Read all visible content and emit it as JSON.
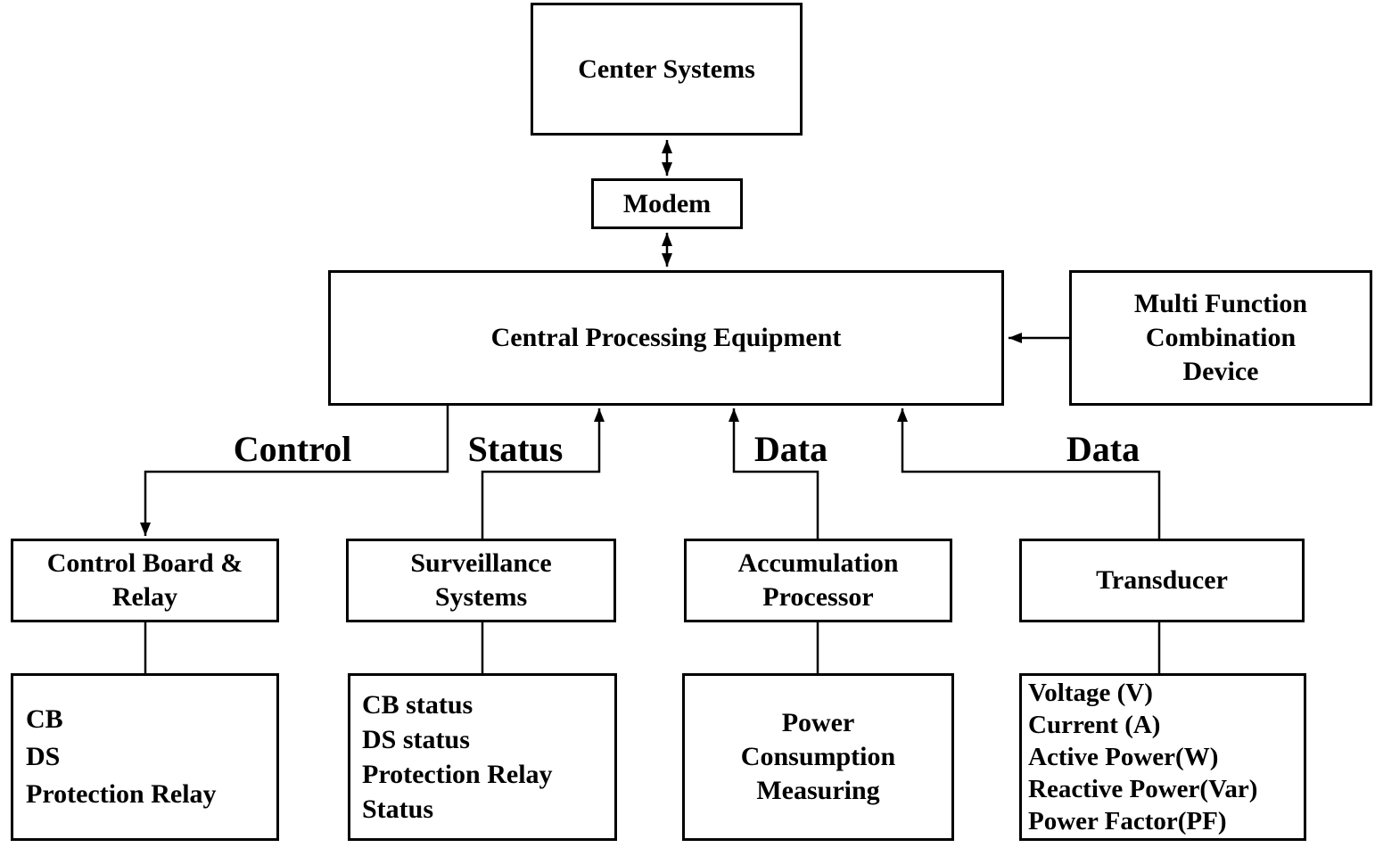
{
  "nodes": {
    "center_systems": {
      "label": "Center Systems"
    },
    "modem": {
      "label": "Modem"
    },
    "central_processing": {
      "label": "Central Processing Equipment"
    },
    "multi_function": {
      "lines": [
        "Multi Function",
        "Combination",
        "Device"
      ]
    },
    "control_board": {
      "lines": [
        "Control Board &",
        "Relay"
      ]
    },
    "surveillance": {
      "lines": [
        "Surveillance",
        "Systems"
      ]
    },
    "accumulation": {
      "lines": [
        "Accumulation",
        "Processor"
      ]
    },
    "transducer": {
      "label": "Transducer"
    },
    "control_board_items": {
      "lines": [
        "CB",
        "DS",
        "Protection Relay"
      ]
    },
    "surveillance_items": {
      "lines": [
        "CB status",
        "DS status",
        "Protection Relay",
        "Status"
      ]
    },
    "accumulation_items": {
      "lines": [
        "Power",
        "Consumption",
        "Measuring"
      ]
    },
    "transducer_items": {
      "lines": [
        "Voltage (V)",
        "Current (A)",
        "Active Power(W)",
        "Reactive Power(Var)",
        "Power Factor(PF)"
      ]
    }
  },
  "edge_labels": {
    "control": "Control",
    "status": "Status",
    "data_left": "Data",
    "data_right": "Data"
  },
  "colors": {
    "line": "#000000",
    "box_border": "#000000",
    "box_fill": "#ffffff",
    "background": "#ffffff",
    "text": "#000000"
  }
}
